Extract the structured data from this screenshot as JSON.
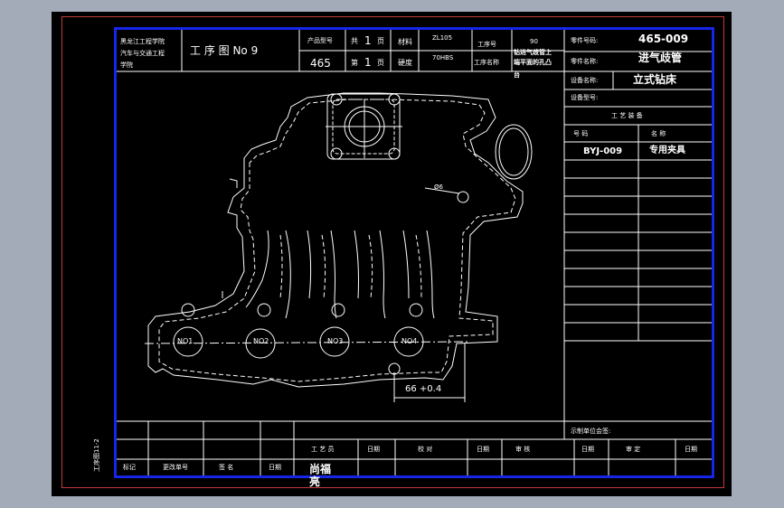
{
  "colors": {
    "desktop": "#a3aab8",
    "canvas": "#000000",
    "border_outer": "#c23a3a",
    "border_inner": "#1626e8",
    "lines": "#ffffff"
  },
  "title_block": {
    "school": "黑龙江工程学院",
    "school2": "汽车与交通工程",
    "school3": "学院",
    "drawing": "工 序 图 No 9",
    "product_model_label": "产品型号",
    "product_model": "465",
    "total_label": "共",
    "total": "1",
    "page_unit": "页",
    "page_label": "第",
    "page": "1",
    "page_unit2": "页",
    "material_label": "材料",
    "material": "ZL105",
    "hardness_label": "硬度",
    "hardness": "70HBS",
    "process_no_label": "工序号",
    "process_no": "90",
    "process_name_label": "工序名称",
    "process_name": "钻进气歧管上",
    "process_name2": "端平面的孔凸",
    "process_name3": "台",
    "part_no_label": "零件号码:",
    "part_no": "465-009",
    "part_name_label": "零件名称:",
    "part_name": "进气歧管",
    "equipment_label": "设备名称:",
    "equipment": "立式钻床",
    "equipment_model_label": "设备型号:",
    "fixture_header": "工 艺 装 备",
    "no_header": "号        码",
    "name_header": "名        称",
    "fixture_no": "BYJ-009",
    "fixture_name": "专用夹具"
  },
  "drawing": {
    "angle": "Ø6",
    "dimension": "66 +0.4",
    "holes": [
      "NO1",
      "NO2",
      "NO3",
      "NO4"
    ]
  },
  "bottom": {
    "approval": "示制单位会签:",
    "craftsman": "工 艺 员",
    "date1": "日期",
    "check": "校      对",
    "date2": "日期",
    "review": "审      核",
    "date3": "日期",
    "approve": "审      定",
    "date4": "日期",
    "mark": "标记",
    "change_doc": "更改单号",
    "sign": "签   名",
    "date0": "日期",
    "signature": "尚福亮"
  },
  "side_label": "工序图11-2"
}
